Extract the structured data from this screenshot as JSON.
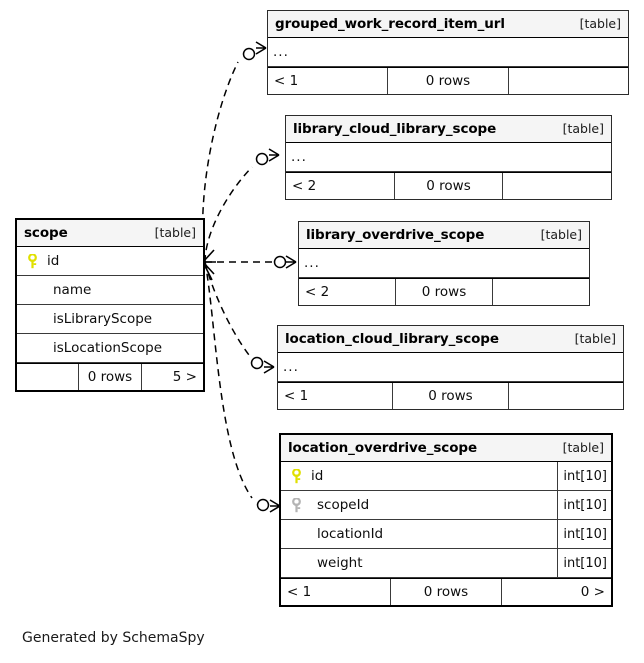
{
  "diagram": {
    "generator_note": "Generated by SchemaSpy",
    "table_tag": "[table]",
    "ellipsis": "...",
    "key_icon_primary": "key-icon-primary",
    "key_icon_foreign": "key-icon-foreign",
    "accent_primary_key": "#e8e80d",
    "accent_foreign_key": "#b0b0b0",
    "header_bg": "#f5f5f5",
    "border_color": "#000000"
  },
  "tables": [
    {
      "id": "scope",
      "name": "scope",
      "tag": "[table]",
      "columns": [
        {
          "key": "primary",
          "name": "id",
          "type": ""
        },
        {
          "key": "none",
          "name": "name",
          "type": ""
        },
        {
          "key": "none",
          "name": "isLibraryScope",
          "type": ""
        },
        {
          "key": "none",
          "name": "isLocationScope",
          "type": ""
        }
      ],
      "footer": {
        "left": "",
        "middle": "0 rows",
        "right": "5 >"
      }
    },
    {
      "id": "grouped_work_record_item_url",
      "name": "grouped_work_record_item_url",
      "tag": "[table]",
      "columns": [
        {
          "key": "none",
          "name": "...",
          "type": ""
        }
      ],
      "footer": {
        "left": "< 1",
        "middle": "0 rows",
        "right": ""
      }
    },
    {
      "id": "library_cloud_library_scope",
      "name": "library_cloud_library_scope",
      "tag": "[table]",
      "columns": [
        {
          "key": "none",
          "name": "...",
          "type": ""
        }
      ],
      "footer": {
        "left": "< 2",
        "middle": "0 rows",
        "right": ""
      }
    },
    {
      "id": "library_overdrive_scope",
      "name": "library_overdrive_scope",
      "tag": "[table]",
      "columns": [
        {
          "key": "none",
          "name": "...",
          "type": ""
        }
      ],
      "footer": {
        "left": "< 2",
        "middle": "0 rows",
        "right": ""
      }
    },
    {
      "id": "location_cloud_library_scope",
      "name": "location_cloud_library_scope",
      "tag": "[table]",
      "columns": [
        {
          "key": "none",
          "name": "...",
          "type": ""
        }
      ],
      "footer": {
        "left": "< 1",
        "middle": "0 rows",
        "right": ""
      }
    },
    {
      "id": "location_overdrive_scope",
      "name": "location_overdrive_scope",
      "tag": "[table]",
      "columns": [
        {
          "key": "primary",
          "name": "id",
          "type": "int[10]"
        },
        {
          "key": "foreign",
          "name": "scopeId",
          "type": "int[10]"
        },
        {
          "key": "none",
          "name": "locationId",
          "type": "int[10]"
        },
        {
          "key": "none",
          "name": "weight",
          "type": "int[10]"
        }
      ],
      "footer": {
        "left": "< 1",
        "middle": "0 rows",
        "right": "0 >"
      }
    }
  ],
  "relationships": [
    {
      "from": "scope",
      "to": "grouped_work_record_item_url",
      "style": "dashed",
      "cardinality": "zero-or-many"
    },
    {
      "from": "scope",
      "to": "library_cloud_library_scope",
      "style": "dashed",
      "cardinality": "zero-or-many"
    },
    {
      "from": "scope",
      "to": "library_overdrive_scope",
      "style": "dashed",
      "cardinality": "zero-or-many"
    },
    {
      "from": "scope",
      "to": "location_cloud_library_scope",
      "style": "dashed",
      "cardinality": "zero-or-many"
    },
    {
      "from": "scope",
      "to": "location_overdrive_scope",
      "style": "dashed",
      "cardinality": "zero-or-many"
    }
  ]
}
